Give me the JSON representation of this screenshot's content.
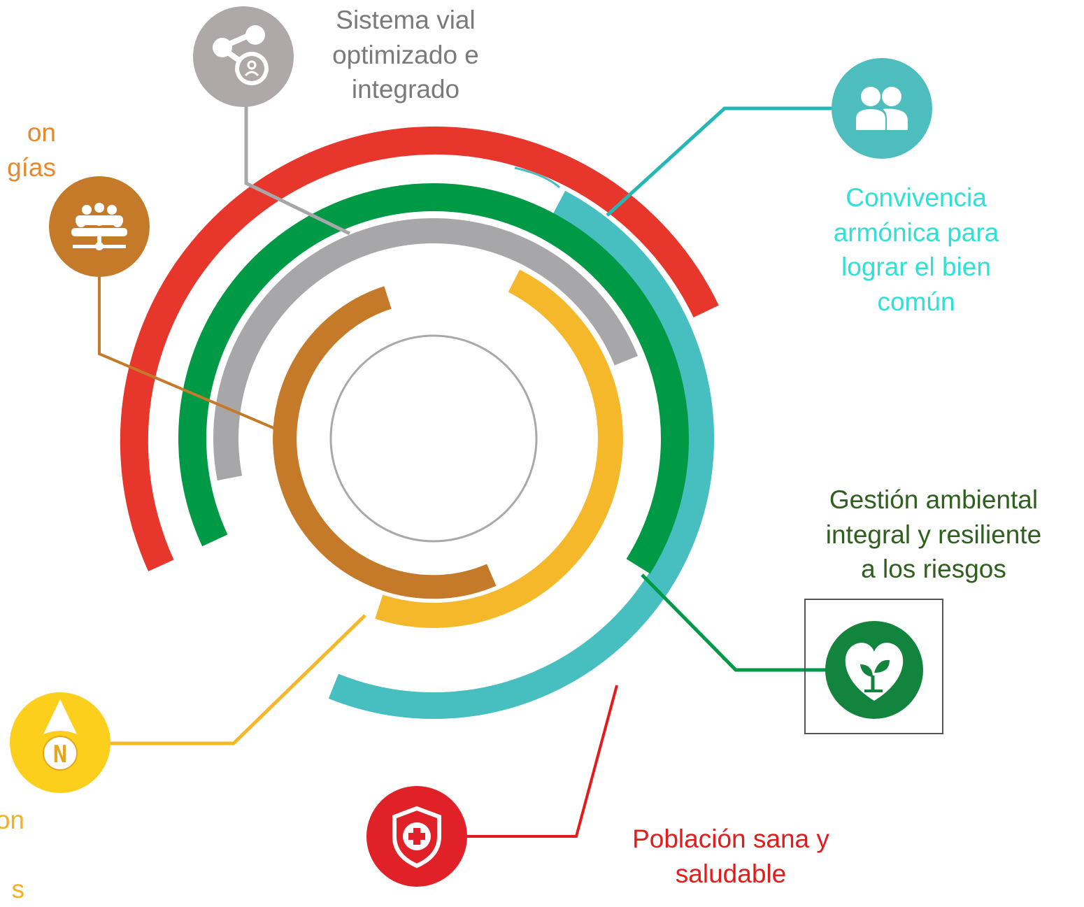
{
  "labels": {
    "vial": [
      "Sistema vial",
      "optimizado e",
      "integrado"
    ],
    "convivencia": [
      "Convivencia",
      "armónica para",
      "lograr el bien",
      "común"
    ],
    "gestion": [
      "Gestión ambiental",
      "integral y resiliente",
      "a los riesgos"
    ],
    "poblacion": [
      "Población sana y",
      "saludable"
    ],
    "cut_top_left": [
      "on",
      "gías"
    ],
    "cut_bottom_left": [
      "on",
      "",
      "s"
    ]
  },
  "icon_letters": {
    "yellow_node": "N"
  },
  "colors": {
    "gray": "#a7a7aa",
    "gray_text": "#7a7a7c",
    "teal": "#47bfc0",
    "teal_text": "#2fe0d4",
    "red": "#e7372d",
    "red_text": "#e41b1b",
    "green": "#009a46",
    "green_text": "#2f5f1e",
    "orange": "#c57a29",
    "orange_text": "#e5892e",
    "yellow": "#f5b82a",
    "yellow_text": "#f5b020",
    "yellow_icon": "#fccf1c",
    "red_icon": "#e02127",
    "green_icon": "#12843e"
  },
  "icons": [
    "share-person-icon",
    "group-icon",
    "network-people-icon",
    "heart-sprout-icon",
    "shield-plus-icon",
    "north-arrow-icon"
  ]
}
